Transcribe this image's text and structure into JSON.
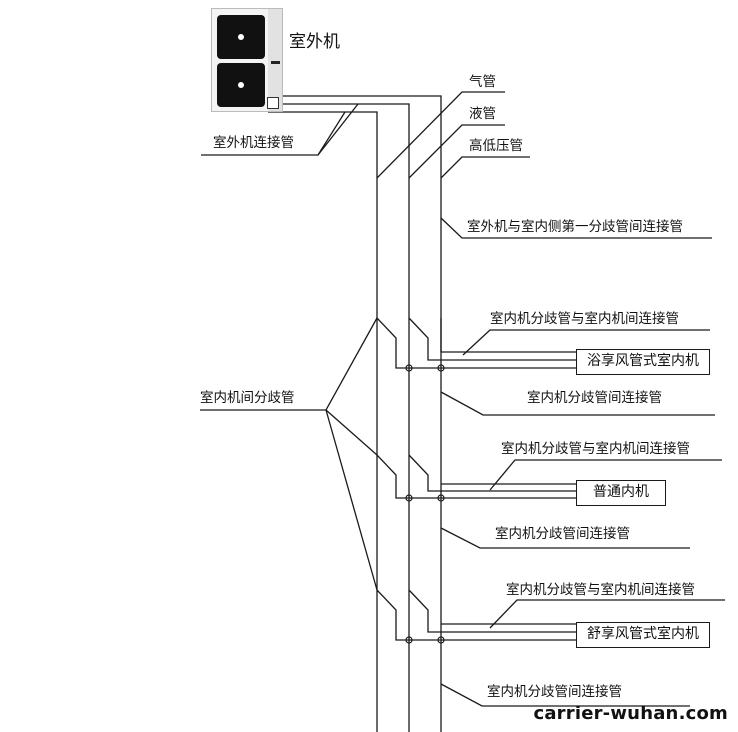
{
  "outdoor_unit": {
    "label": "室外机",
    "icon": "outdoor-unit-icon"
  },
  "labels": {
    "gas_pipe": "气管",
    "liquid_pipe": "液管",
    "hp_lp_pipe": "高低压管",
    "outdoor_connecting_pipe": "室外机连接管",
    "outdoor_to_first_branch": "室外机与室内侧第一分歧管间连接管",
    "indoor_branch_pipe": "室内机间分歧管",
    "branch_to_indoor_1": "室内机分歧管与室内机间连接管",
    "between_branches_1": "室内机分歧管间连接管",
    "branch_to_indoor_2": "室内机分歧管与室内机间连接管",
    "between_branches_2": "室内机分歧管间连接管",
    "branch_to_indoor_3": "室内机分歧管与室内机间连接管",
    "between_branches_3": "室内机分歧管间连接管"
  },
  "indoor_units": [
    {
      "label": "浴享风管式室内机"
    },
    {
      "label": "普通内机"
    },
    {
      "label": "舒享风管式室内机"
    }
  ],
  "watermark": "carrier-wuhan.com"
}
